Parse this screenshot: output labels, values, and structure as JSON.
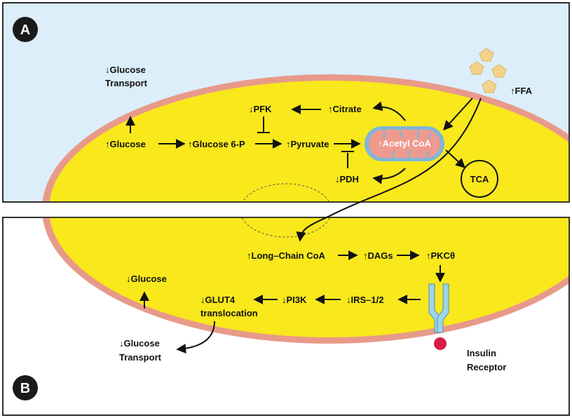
{
  "panels": {
    "a_label": "A",
    "b_label": "B"
  },
  "panel_a": {
    "glucose_transport": [
      "↓Glucose",
      "Transport"
    ],
    "ffa": "↑FFA",
    "pfk": "↓PFK",
    "citrate": "↑Citrate",
    "glucose": "↑Glucose",
    "glucose_6p": "↑Glucose 6-P",
    "pyruvate": "↑Pyruvate",
    "acetyl_coa": "↑Acetyl CoA",
    "pdh": "↓PDH",
    "tca": "TCA"
  },
  "panel_b": {
    "long_chain_coa": "↑Long–Chain CoA",
    "dags": "↑DAGs",
    "pkc": "↑PKCθ",
    "glucose": "↓Glucose",
    "glut4": [
      "↓GLUT4",
      "translocation"
    ],
    "pi3k": "↓PI3K",
    "irs": "↓IRS–1/2",
    "glucose_transport": [
      "↓Glucose",
      "Transport"
    ],
    "insulin_receptor": [
      "Insulin",
      "Receptor"
    ]
  },
  "colors": {
    "panel_a_bg": "#dceefa",
    "panel_b_bg": "#ffffff",
    "cell_fill": "#f8e81c",
    "membrane": "#e89a8a",
    "mito_fill": "#ef9a8e",
    "mito_membrane": "#7fb6d8",
    "ffa_pentagon": "#f3d38a",
    "receptor": "#9fd3ea",
    "insulin": "#d81b48",
    "badge": "#1a1a1a"
  }
}
